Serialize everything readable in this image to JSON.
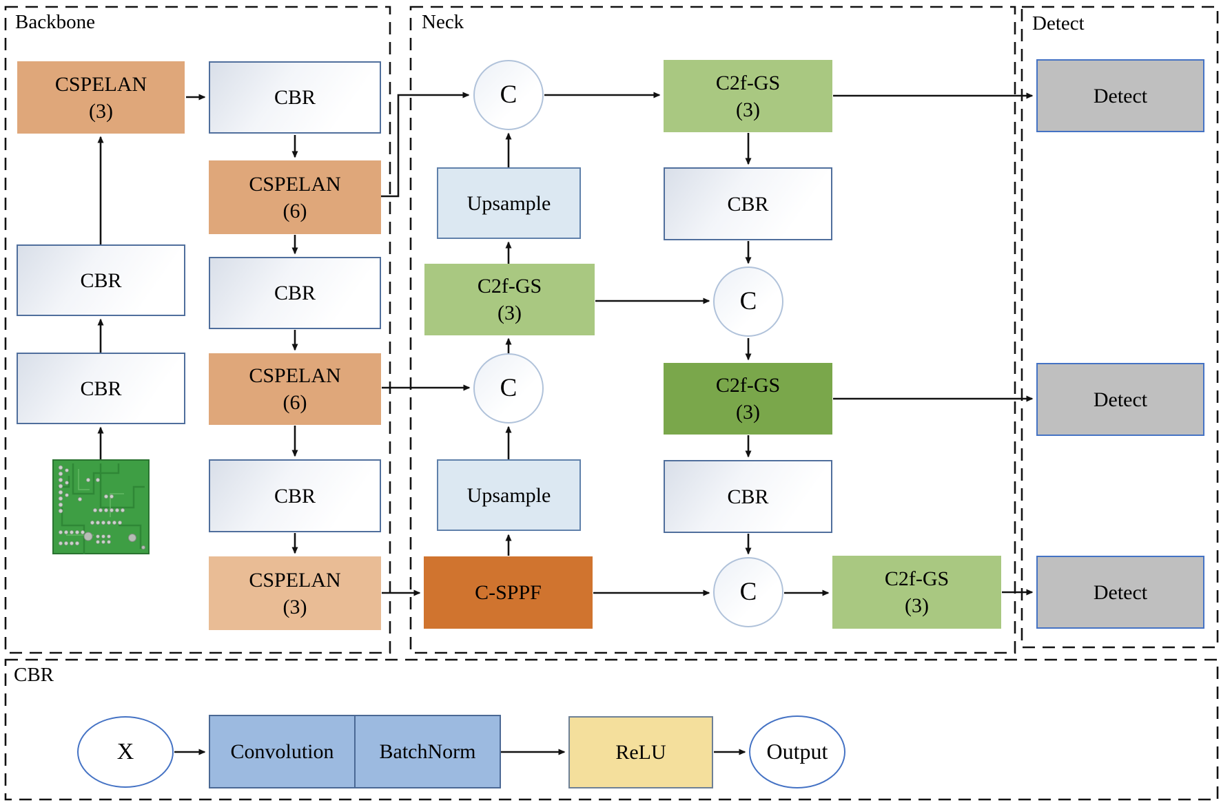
{
  "panels": {
    "backbone": {
      "label": "Backbone"
    },
    "neck": {
      "label": "Neck"
    },
    "detect": {
      "label": "Detect"
    },
    "cbr_detail": {
      "label": "CBR"
    }
  },
  "nodes": {
    "bb_cspelan3_top": {
      "label": "CSPELAN\n(3)"
    },
    "bb_cbr_left_upper": {
      "label": "CBR"
    },
    "bb_cbr_left_lower": {
      "label": "CBR"
    },
    "bb_cbr_right_1": {
      "label": "CBR"
    },
    "bb_cspelan6_1": {
      "label": "CSPELAN\n(6)"
    },
    "bb_cbr_right_2": {
      "label": "CBR"
    },
    "bb_cspelan6_2": {
      "label": "CSPELAN\n(6)"
    },
    "bb_cbr_right_3": {
      "label": "CBR"
    },
    "bb_cspelan3_bottom": {
      "label": "CSPELAN\n(3)"
    },
    "neck_concat_1": {
      "label": "C"
    },
    "neck_upsample_1": {
      "label": "Upsample"
    },
    "neck_c2fgs_mid": {
      "label": "C2f-GS\n(3)"
    },
    "neck_concat_2": {
      "label": "C"
    },
    "neck_upsample_2": {
      "label": "Upsample"
    },
    "neck_csppf": {
      "label": "C-SPPF"
    },
    "neck_c2fgs_top": {
      "label": "C2f-GS\n(3)"
    },
    "neck_cbr_1": {
      "label": "CBR"
    },
    "neck_concat_3": {
      "label": "C"
    },
    "neck_c2fgs_dark": {
      "label": "C2f-GS\n(3)"
    },
    "neck_cbr_2": {
      "label": "CBR"
    },
    "neck_concat_4": {
      "label": "C"
    },
    "neck_c2fgs_bottom": {
      "label": "C2f-GS\n(3)"
    },
    "detect_1": {
      "label": "Detect"
    },
    "detect_2": {
      "label": "Detect"
    },
    "detect_3": {
      "label": "Detect"
    },
    "cbr_x": {
      "label": "X"
    },
    "cbr_convolution": {
      "label": "Convolution"
    },
    "cbr_batchnorm": {
      "label": "BatchNorm"
    },
    "cbr_relu": {
      "label": "ReLU"
    },
    "cbr_output": {
      "label": "Output"
    }
  },
  "edges": [
    [
      "pcb_image",
      "bb_cbr_left_lower"
    ],
    [
      "bb_cbr_left_lower",
      "bb_cbr_left_upper"
    ],
    [
      "bb_cbr_left_upper",
      "bb_cspelan3_top"
    ],
    [
      "bb_cspelan3_top",
      "bb_cbr_right_1"
    ],
    [
      "bb_cbr_right_1",
      "bb_cspelan6_1"
    ],
    [
      "bb_cspelan6_1",
      "bb_cbr_right_2"
    ],
    [
      "bb_cbr_right_2",
      "bb_cspelan6_2"
    ],
    [
      "bb_cspelan6_2",
      "bb_cbr_right_3"
    ],
    [
      "bb_cbr_right_3",
      "bb_cspelan3_bottom"
    ],
    [
      "bb_cspelan6_1",
      "neck_concat_1"
    ],
    [
      "neck_concat_1",
      "neck_c2fgs_top"
    ],
    [
      "neck_c2fgs_top",
      "detect_1"
    ],
    [
      "neck_c2fgs_top",
      "neck_cbr_1"
    ],
    [
      "neck_cbr_1",
      "neck_concat_3"
    ],
    [
      "neck_c2fgs_mid",
      "neck_concat_3"
    ],
    [
      "neck_concat_3",
      "neck_c2fgs_dark"
    ],
    [
      "neck_c2fgs_dark",
      "detect_2"
    ],
    [
      "neck_c2fgs_dark",
      "neck_cbr_2"
    ],
    [
      "neck_cbr_2",
      "neck_concat_4"
    ],
    [
      "neck_csppf",
      "neck_concat_4"
    ],
    [
      "neck_concat_4",
      "neck_c2fgs_bottom"
    ],
    [
      "neck_c2fgs_bottom",
      "detect_3"
    ],
    [
      "bb_cspelan6_2",
      "neck_concat_2"
    ],
    [
      "neck_upsample_2",
      "neck_concat_2"
    ],
    [
      "neck_concat_2",
      "neck_c2fgs_mid"
    ],
    [
      "neck_c2fgs_mid",
      "neck_upsample_1"
    ],
    [
      "neck_upsample_1",
      "neck_concat_1"
    ],
    [
      "bb_cspelan3_bottom",
      "neck_csppf"
    ],
    [
      "neck_csppf",
      "neck_upsample_2"
    ],
    [
      "cbr_x",
      "cbr_convolution"
    ],
    [
      "cbr_batchnorm",
      "cbr_relu"
    ],
    [
      "cbr_relu",
      "cbr_output"
    ]
  ],
  "colors": {
    "cspelan_fill": "#dfa77a",
    "cspelan_light_fill": "#e9bc95",
    "csppf_fill": "#d0742f",
    "c2fgs_light_fill": "#a9c881",
    "c2fgs_dark_fill": "#7aa74b",
    "upsample_fill": "#dce8f2",
    "cbr_box_border": "#4f6e9c",
    "detect_fill": "#bfbfbf",
    "detect_border": "#4472c4",
    "conv_fill": "#9cbae0",
    "relu_fill": "#f4df9c",
    "ellipse_border": "#4472c4",
    "arrow_color": "#111111"
  }
}
